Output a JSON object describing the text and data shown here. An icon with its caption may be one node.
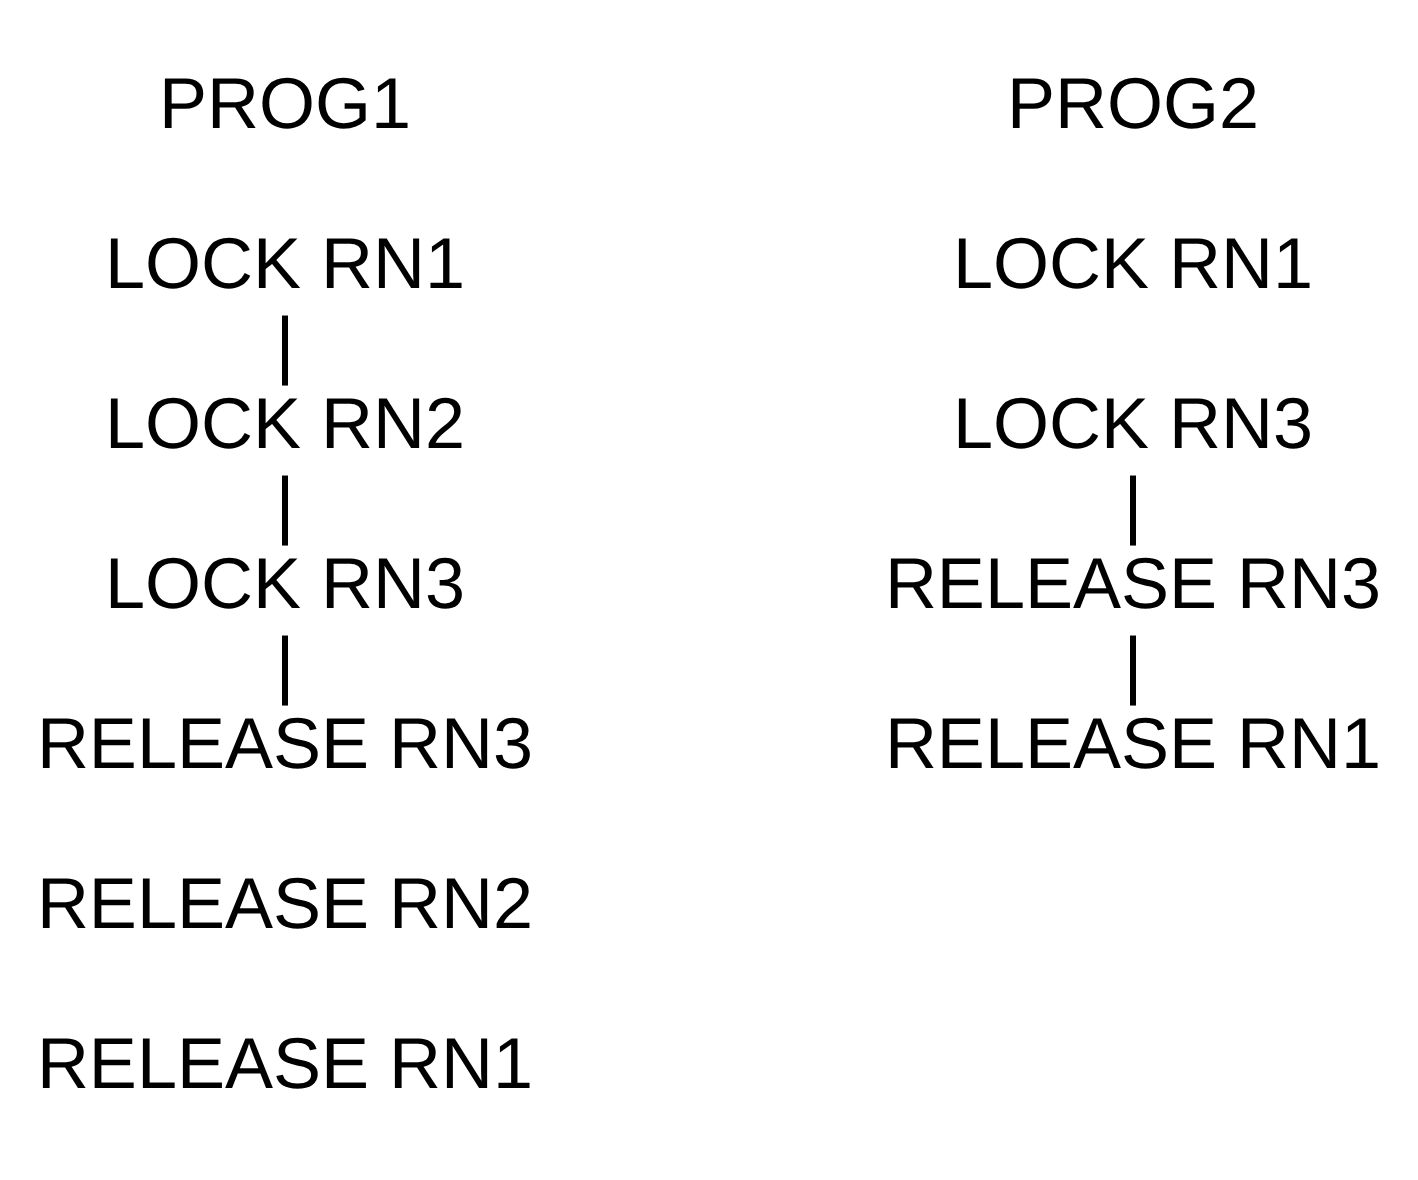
{
  "diagram": {
    "nodes": [
      {
        "text": [
          "LOCK RN1"
        ]
      },
      {
        "text": [
          "LOCK RN2"
        ]
      },
      {
        "text": [
          "LOCK RN3"
        ]
      },
      {
        "text": [
          "RELEASE RN3"
        ]
      },
      {
        "text": [
          "LOCK RN3"
        ]
      },
      {
        "text": [
          "RELEASE RN3"
        ]
      },
      {
        "text": [
          "RELEASE RN1"
        ]
      }
    ],
    "edges": [
      {
        "from": 0,
        "to": 1,
        "arrow": "none"
      },
      {
        "from": 1,
        "to": 2,
        "arrow": "none"
      },
      {
        "from": 2,
        "to": 3,
        "arrow": "none"
      },
      {
        "from": 4,
        "to": 5,
        "arrow": "none"
      },
      {
        "from": 5,
        "to": 6,
        "arrow": "none"
      }
    ],
    "labels": [
      "PROG1",
      "RELEASE RN2",
      "RELEASE RN1",
      "PROG2",
      "LOCK RN1"
    ]
  }
}
